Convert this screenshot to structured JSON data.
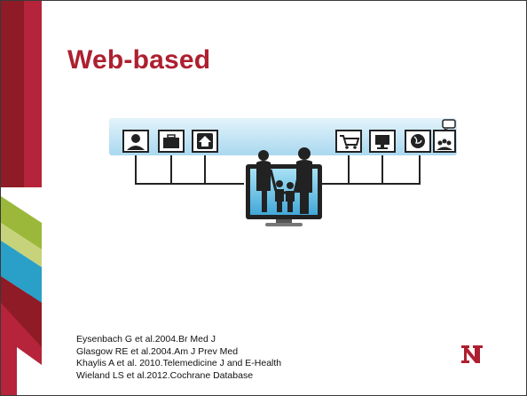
{
  "slide": {
    "title": "Web-based",
    "references": [
      "Eysenbach G et al.2004.Br Med J",
      "Glasgow RE et al.2004.Am J Prev Med",
      "Khaylis A et al. 2010.Telemedicine J and E-Health",
      "Wieland LS et al.2012.Cochrane Database"
    ]
  },
  "illustration": {
    "icons": [
      "doctor-icon",
      "briefcase-icon",
      "home-icon",
      "family-icon",
      "shopping-cart-icon",
      "monitor-icon",
      "globe-icon",
      "group-chat-icon"
    ]
  },
  "colors": {
    "title": "#ad2030",
    "band_dark": "#8e1b26",
    "band_red": "#b5243a",
    "band_green": "#9bb83b",
    "band_blue": "#2a9fc7",
    "logo": "#ad2030"
  }
}
